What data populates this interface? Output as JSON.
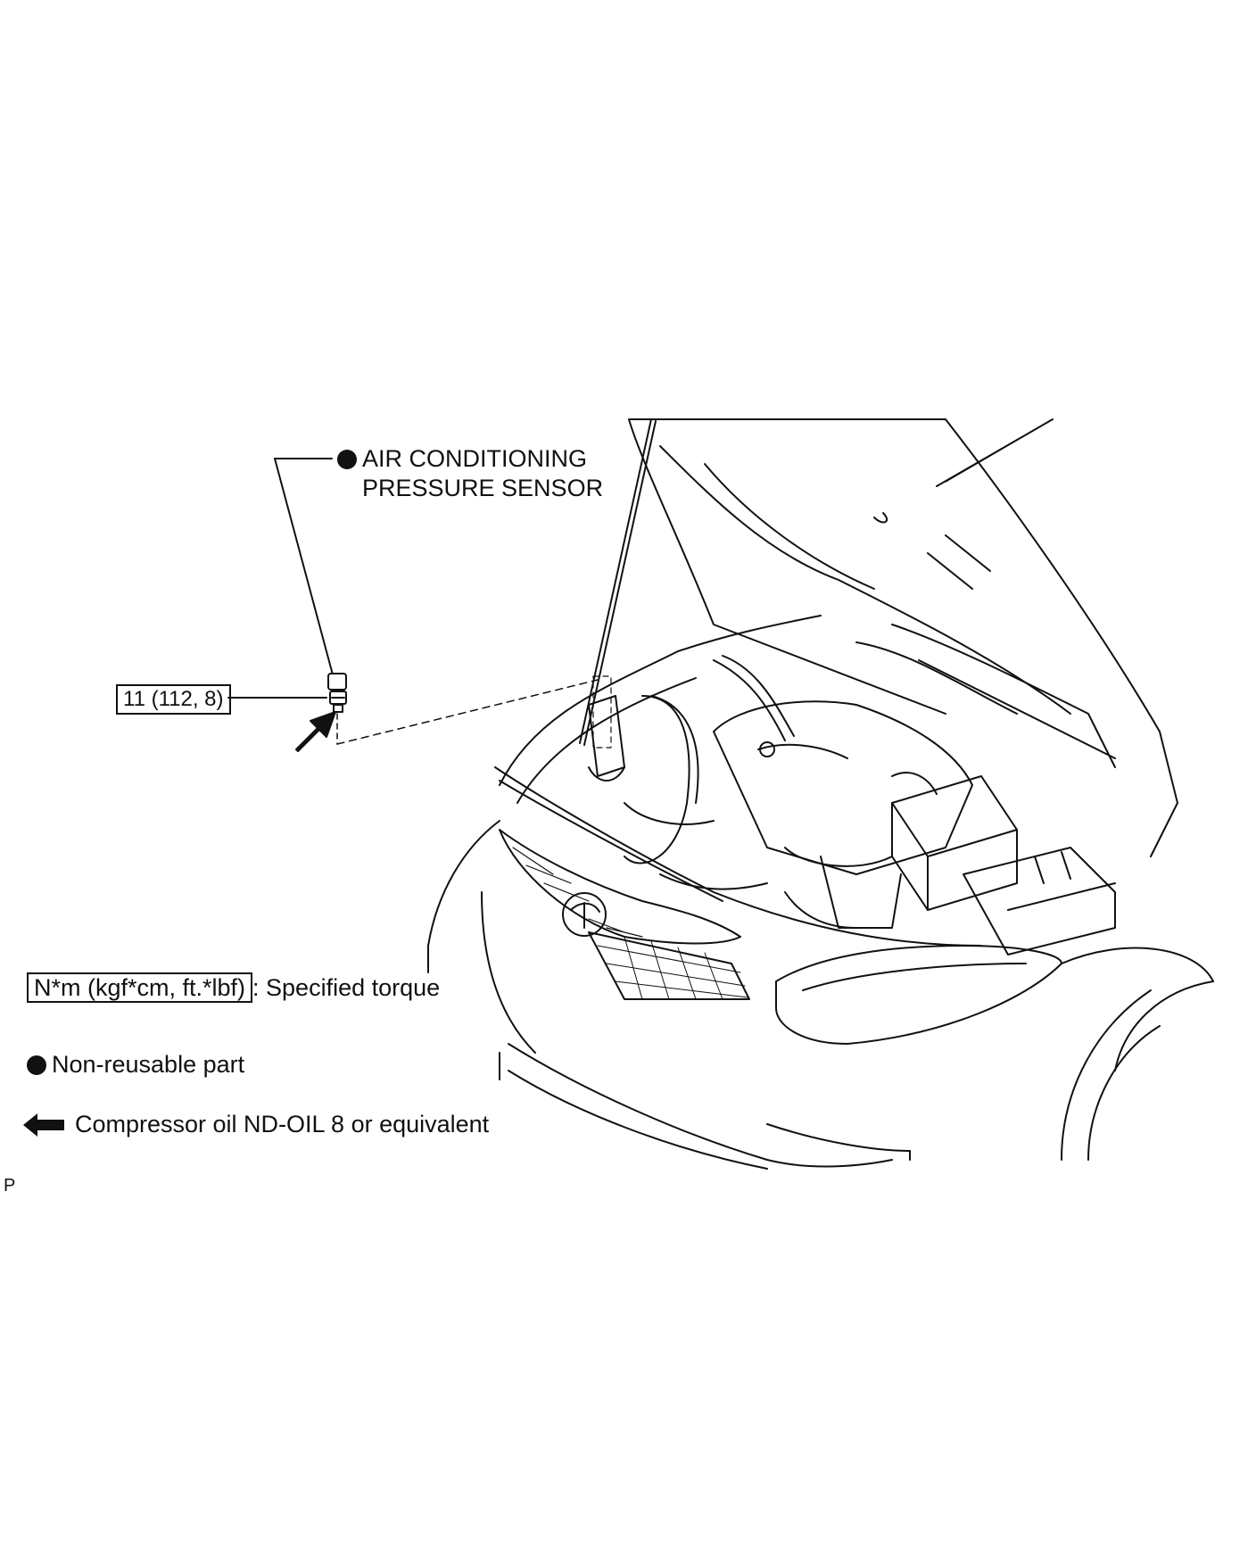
{
  "callouts": {
    "part_line1": "AIR CONDITIONING",
    "part_line2": "PRESSURE SENSOR",
    "torque_value": "11 (112, 8)"
  },
  "legend": {
    "torque_unit": "N*m (kgf*cm, ft.*lbf)",
    "torque_desc": ": Specified torque",
    "nonreusable_desc": "Non-reusable part",
    "oil_desc": "Compressor oil ND-OIL 8 or equivalent"
  },
  "corner_code": "P",
  "icons": {
    "nonreusable": "filled-circle-icon",
    "oil": "left-arrow-icon",
    "apply_oil": "diagonal-arrow-icon"
  },
  "colors": {
    "ink": "#111111",
    "background": "#ffffff"
  }
}
